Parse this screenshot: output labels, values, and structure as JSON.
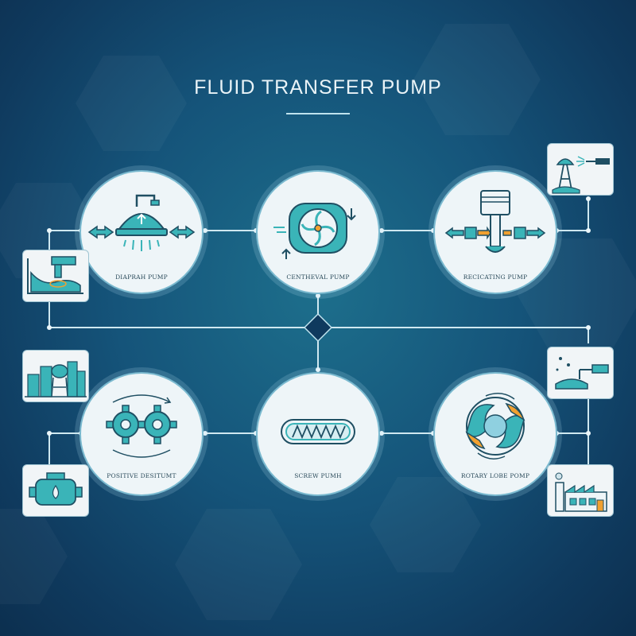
{
  "title": "FLUID TRANSFER PUMP",
  "colors": {
    "accent": "#3ab4b8",
    "ink": "#1f4f63",
    "orange": "#f0a030",
    "bg": "#15547a"
  },
  "pumps": [
    {
      "id": "diaphragm",
      "label": "DIAPRAH PUMP",
      "icon": "diaphragm-icon"
    },
    {
      "id": "centrifugal",
      "label": "CENTHEVAL PUMP",
      "icon": "impeller-icon"
    },
    {
      "id": "reciprocating",
      "label": "RECICATING PUMP",
      "icon": "piston-icon"
    },
    {
      "id": "positive",
      "label": "POSITIVE DESITUMT",
      "icon": "gears-icon"
    },
    {
      "id": "screw",
      "label": "SCREW PUMH",
      "icon": "screw-icon"
    },
    {
      "id": "rotary",
      "label": "ROTARY LOBE POMP",
      "icon": "lobe-icon"
    }
  ],
  "cards": [
    {
      "id": "water-tower",
      "icon": "water-tower-icon"
    },
    {
      "id": "pond-pipe",
      "icon": "pipe-outflow-icon"
    },
    {
      "id": "city-tank",
      "icon": "city-tank-icon"
    },
    {
      "id": "fuel-pipe",
      "icon": "fuel-pipe-icon"
    },
    {
      "id": "pump-unit",
      "icon": "pump-unit-icon"
    },
    {
      "id": "factory",
      "icon": "factory-icon"
    }
  ]
}
